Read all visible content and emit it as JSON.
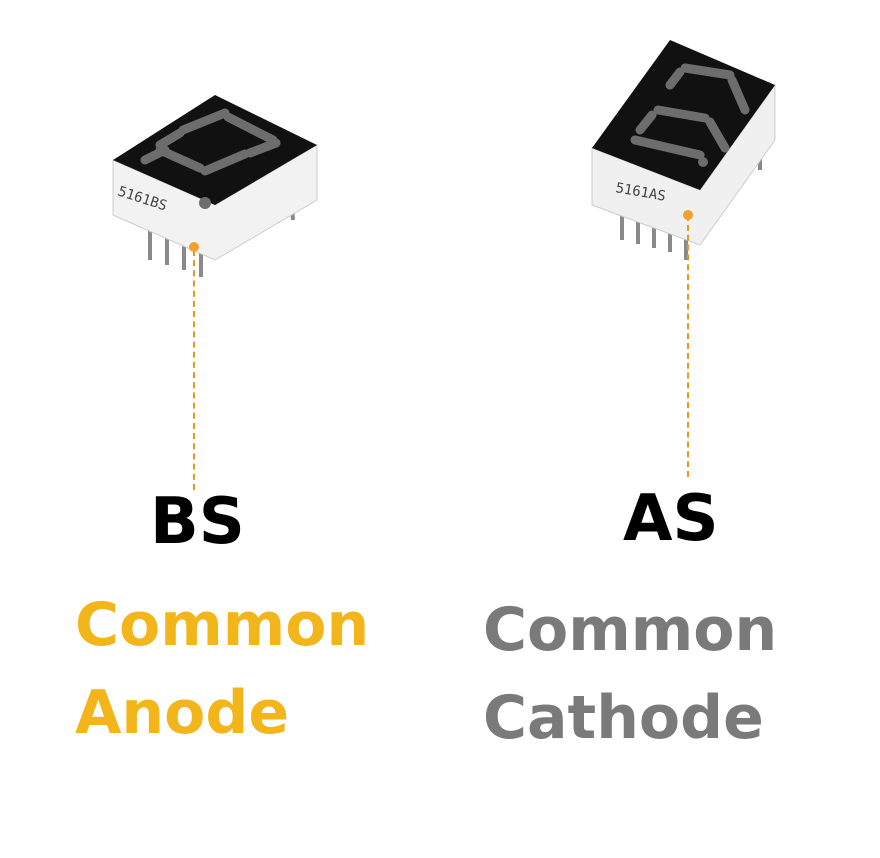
{
  "left": {
    "part_code": "5161BS",
    "variant": "BS",
    "type_line1": "Common",
    "type_line2": "Anode",
    "accent_color": "#f2b51a"
  },
  "right": {
    "part_code": "5161AS",
    "variant": "AS",
    "type_line1": "Common",
    "type_line2": "Cathode",
    "accent_color": "#7a7a7a"
  },
  "leader_color": "#f1a22c"
}
